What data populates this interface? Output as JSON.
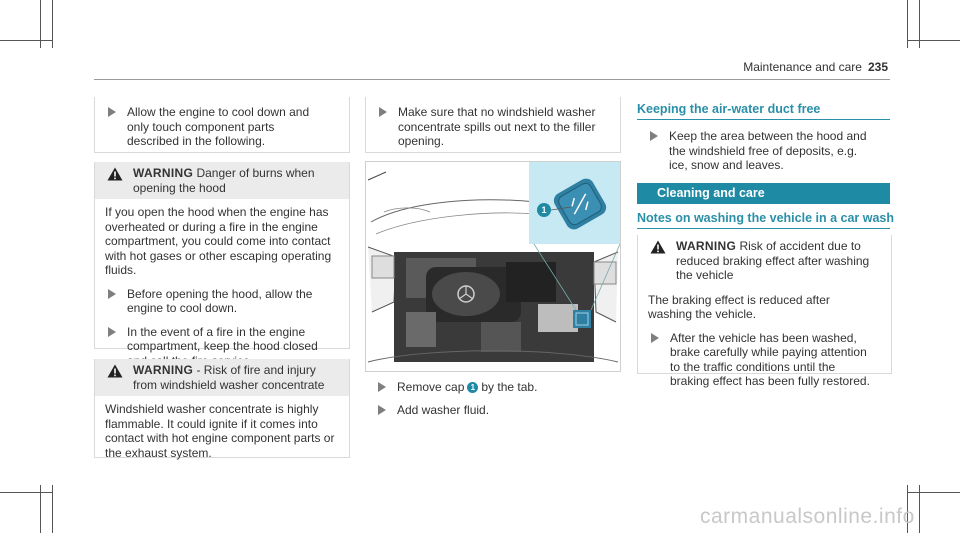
{
  "header": {
    "section": "Maintenance and care",
    "page": "235"
  },
  "col1": {
    "step1": "Allow the engine to cool down and only touch component parts described in the following.",
    "warning1": {
      "label": "WARNING",
      "title": "Danger of burns when opening the hood",
      "body": "If you open the hood when the engine has overheated or during a fire in the engine compartment, you could come into contact with hot gases or other escaping operating fluids.",
      "step_a": "Before opening the hood, allow the engine to cool down.",
      "step_b": "In the event of a fire in the engine compartment, keep the hood closed and call the fire service."
    },
    "warning2": {
      "label": "WARNING",
      "title": "- Risk of fire and injury from windshield washer concentrate",
      "body": "Windshield washer concentrate is highly flammable. It could ignite if it comes into contact with hot engine component parts or the exhaust system."
    }
  },
  "col2": {
    "step1": "Make sure that no windshield washer concentrate spills out next to the filler opening.",
    "figure": {
      "callout": "1",
      "inset_color": "#c6e9f3",
      "cap_color": "#2f7fa2"
    },
    "step2_pre": "Remove cap",
    "step2_callout": "1",
    "step2_post": "by the tab.",
    "step3": "Add washer fluid."
  },
  "col3": {
    "heading1": "Keeping the air-water duct free",
    "step1": "Keep the area between the hood and the windshield free of deposits, e.g. ice, snow and leaves.",
    "banner": "Cleaning and care",
    "subheading": "Notes on washing the vehicle in a car wash",
    "warning": {
      "label": "WARNING",
      "title": "Risk of accident due to reduced braking effect after washing the vehicle",
      "body": "The braking effect is reduced after washing the vehicle.",
      "step": "After the vehicle has been washed, brake carefully while paying attention to the traffic conditions until the braking effect has been fully restored."
    }
  },
  "watermark": "carmanualsonline.info",
  "colors": {
    "accent": "#1f8aa3",
    "warning_bg": "#ebebeb",
    "text": "#333333"
  }
}
